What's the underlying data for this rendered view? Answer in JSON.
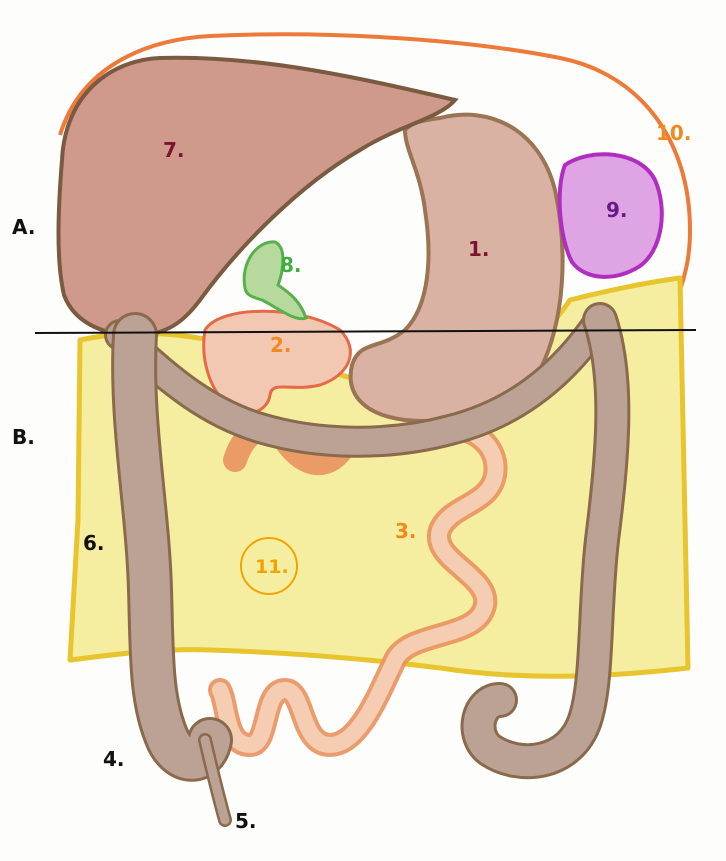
{
  "diagram": {
    "section_labels": {
      "a": "A.",
      "b": "B."
    },
    "part_labels": {
      "stomach": "1.",
      "duodenum": "2.",
      "small_intestine": "3.",
      "cecum": "4.",
      "appendix": "5.",
      "ascending_colon": "6.",
      "liver": "7.",
      "gallbladder": "8.",
      "spleen": "9.",
      "diaphragm": "10.",
      "omentum": "11."
    },
    "colors": {
      "liver": "#cf9a8c",
      "stomach": "#d9b2a4",
      "colon": "#bba294",
      "colon_outline": "#8a6a4c",
      "small_intestine": "#f1c3a6",
      "small_intestine_outline": "#e2895d",
      "omentum": "#f5eea0",
      "omentum_outline": "#e8c52e",
      "spleen": "#dfa4e4",
      "spleen_outline": "#b02dc0",
      "gallbladder": "#b7d99d",
      "gallbladder_outline": "#58b04c",
      "diaphragm": "#ee7a3a",
      "label_stomach": "#7a1430",
      "label_orange": "#f08a1e",
      "label_gallbladder": "#3fae3f",
      "label_spleen": "#6a1a86",
      "label_omentum": "#f0a400",
      "label_black": "#111111"
    }
  }
}
